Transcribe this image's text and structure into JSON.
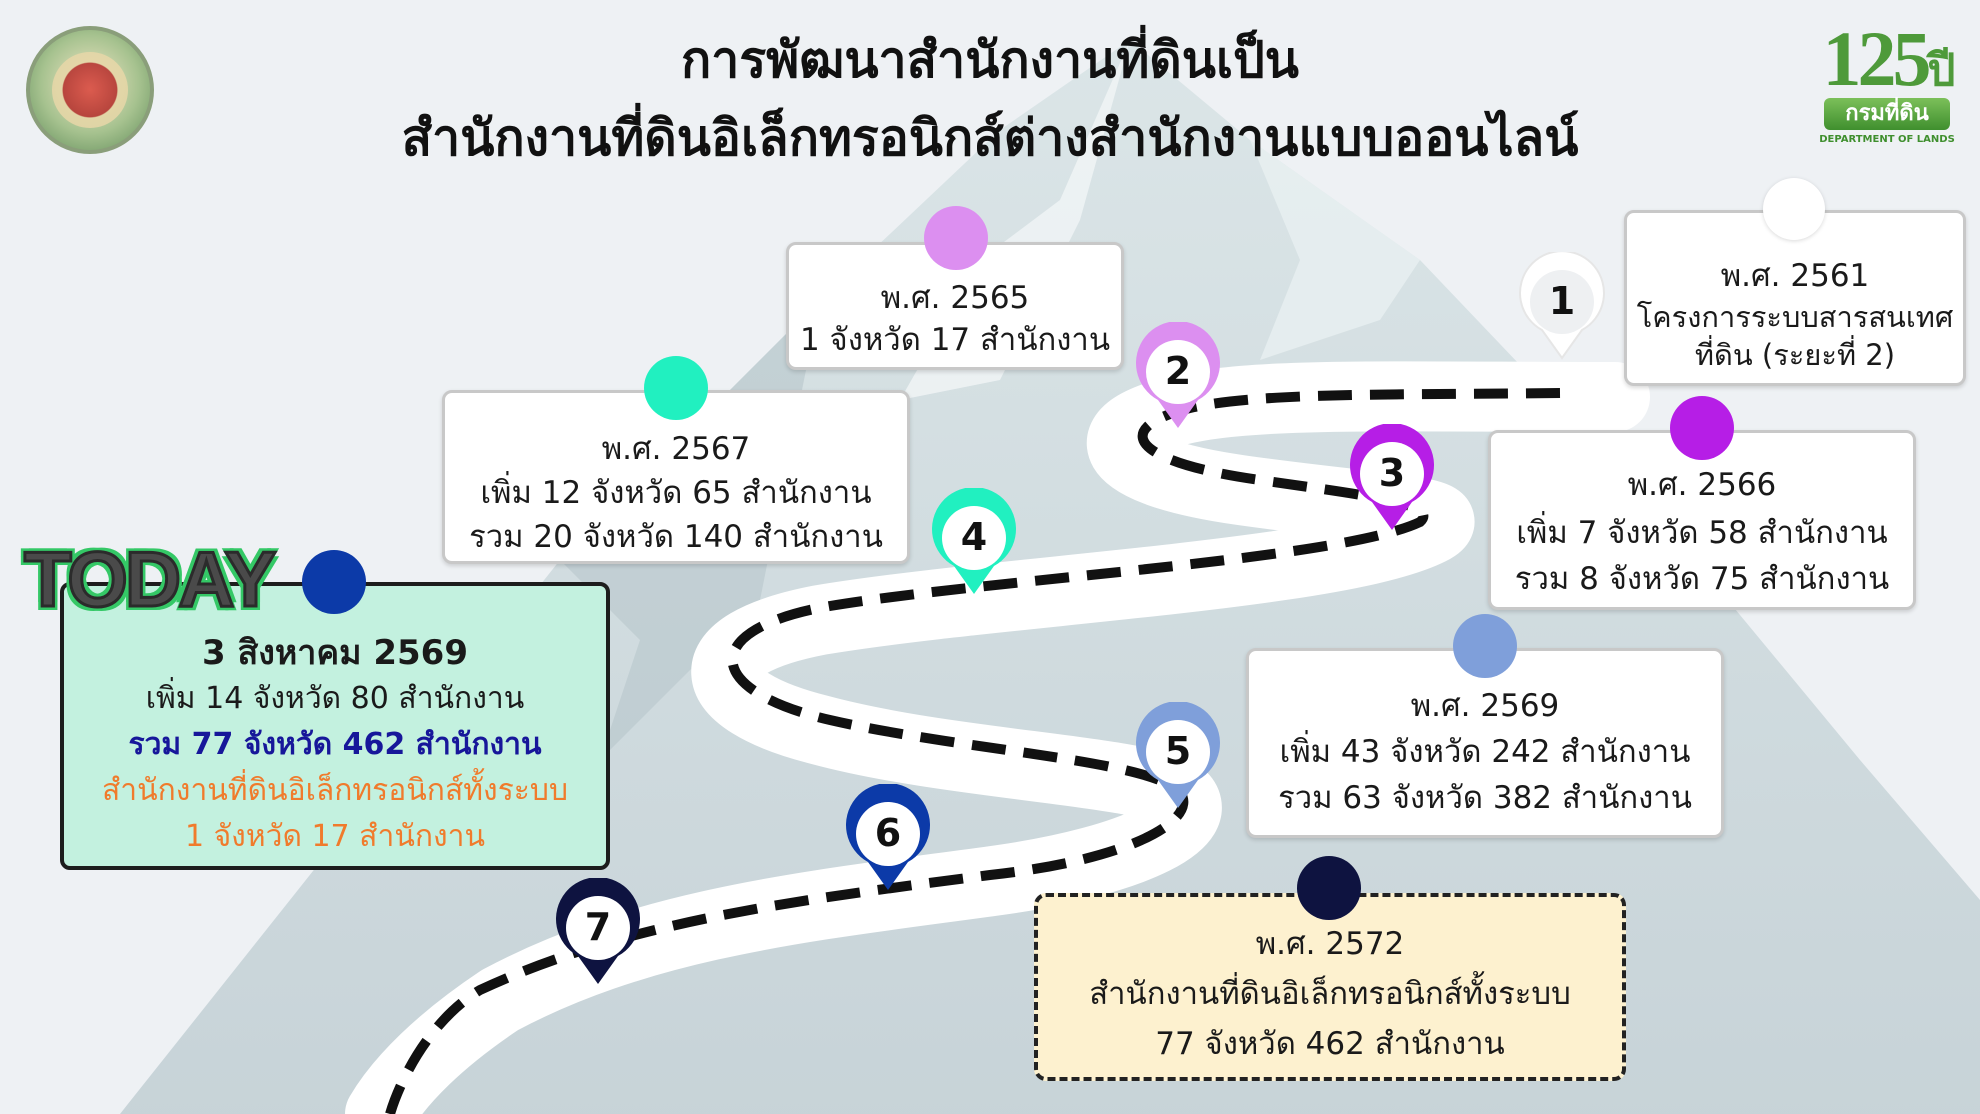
{
  "title": {
    "line1": "การพัฒนาสำนักงานที่ดินเป็น",
    "line2": "สำนักงานที่ดินอิเล็กทรอนิกส์ต่างสำนักงานแบบออนไลน์"
  },
  "logos": {
    "left": "department-seal",
    "right_number": "125",
    "right_suffix": "ปี",
    "right_thai": "กรมที่ดิน",
    "right_english": "DEPARTMENT OF LANDS"
  },
  "milestones": [
    {
      "pin": "1",
      "year": "พ.ศ. 2561",
      "line2": "โครงการระบบสารสนเทศ",
      "line3": "ที่ดิน (ระยะที่ 2)",
      "color": "#ffffff"
    },
    {
      "pin": "2",
      "year": "พ.ศ. 2565",
      "line2": "1 จังหวัด 17 สำนักงาน",
      "color": "#dc8ff0"
    },
    {
      "pin": "3",
      "year": "พ.ศ. 2566",
      "line2": "เพิ่ม 7 จังหวัด 58 สำนักงาน",
      "line3": "รวม 8 จังหวัด 75 สำนักงาน",
      "color": "#b61ee6"
    },
    {
      "pin": "4",
      "year": "พ.ศ. 2567",
      "line2": "เพิ่ม 12 จังหวัด 65 สำนักงาน",
      "line3": "รวม 20 จังหวัด 140 สำนักงาน",
      "color": "#21f0c0"
    },
    {
      "pin": "5",
      "year": "พ.ศ. 2569",
      "line2": "เพิ่ม 43 จังหวัด 242 สำนักงาน",
      "line3": "รวม 63 จังหวัด 382 สำนักงาน",
      "color": "#7f9fda"
    },
    {
      "pin": "6",
      "year": "3 สิงหาคม 2569",
      "line2": "เพิ่ม 14 จังหวัด 80 สำนักงาน",
      "line3": "รวม 77 จังหวัด 462 สำนักงาน",
      "line4": "สำนักงานที่ดินอิเล็กทรอนิกส์ทั้งระบบ",
      "line5": "1 จังหวัด 17 สำนักงาน",
      "color": "#0c3aa8"
    },
    {
      "pin": "7",
      "year": "พ.ศ. 2572",
      "line2": "สำนักงานที่ดินอิเล็กทรอนิกส์ทั้งระบบ",
      "line3": "77 จังหวัด 462 สำนักงาน",
      "color": "#0e1340"
    }
  ],
  "today_label": "TODAY"
}
